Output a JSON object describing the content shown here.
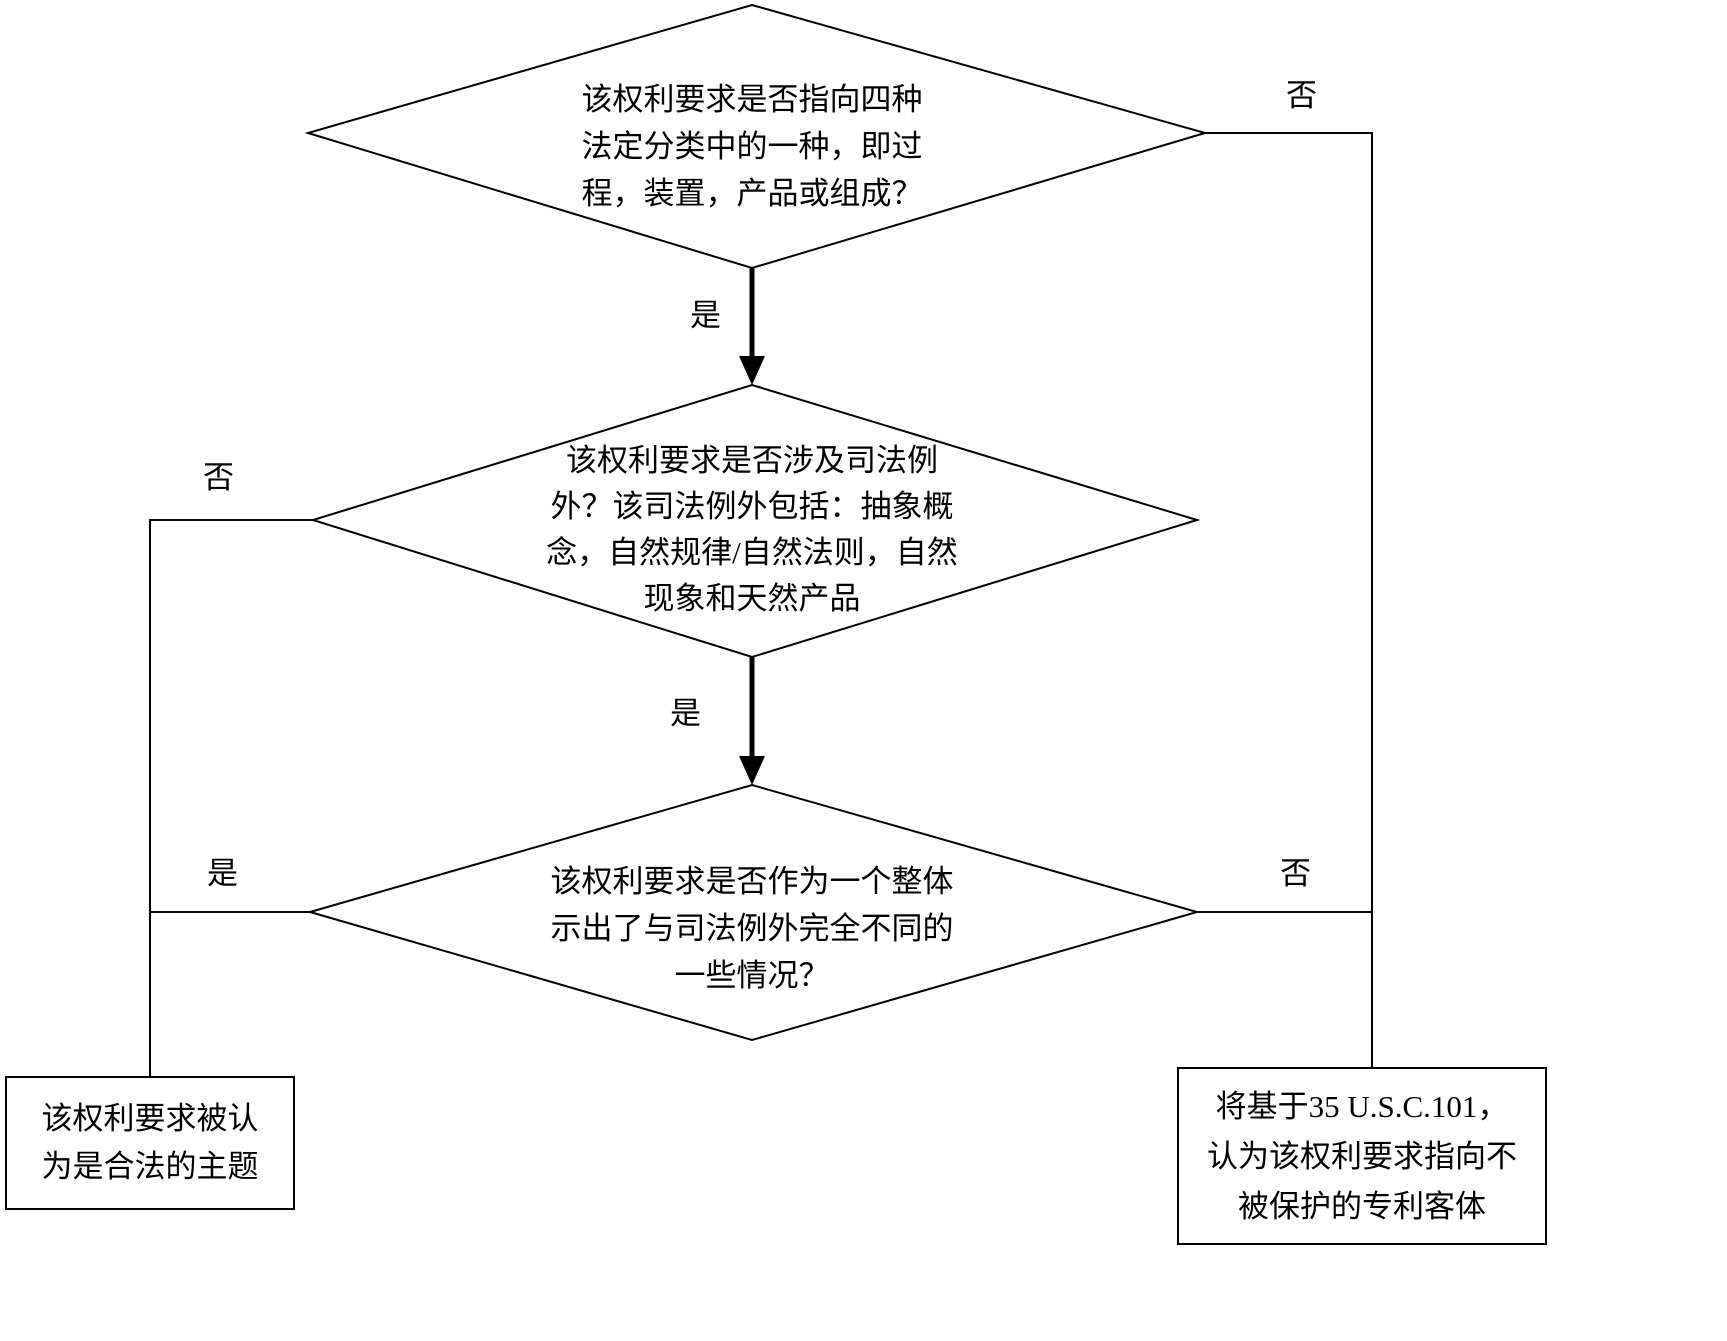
{
  "diagram": {
    "title": "patent-subject-matter-eligibility-flowchart",
    "colors": {
      "line": "#000000",
      "background": "#ffffff"
    },
    "nodes": {
      "decision1": {
        "type": "decision",
        "text": "该权利要求是否指向四种\n法定分类中的一种，即过\n程，装置，产品或组成？"
      },
      "decision2": {
        "type": "decision",
        "text": "该权利要求是否涉及司法例\n外？该司法例外包括：抽象概\n念，自然规律/自然法则，自然\n现象和天然产品"
      },
      "decision3": {
        "type": "decision",
        "text": "该权利要求是否作为一个整体\n示出了与司法例外完全不同的\n一些情况？"
      },
      "result_eligible": {
        "type": "terminal",
        "text": "该权利要求被认\n为是合法的主题"
      },
      "result_ineligible": {
        "type": "terminal",
        "text": "将基于35 U.S.C.101，\n认为该权利要求指向不\n被保护的专利客体"
      }
    },
    "labels": {
      "d1_no": "否",
      "d1_yes": "是",
      "d2_no": "否",
      "d2_yes": "是",
      "d3_yes": "是",
      "d3_no": "否"
    }
  }
}
